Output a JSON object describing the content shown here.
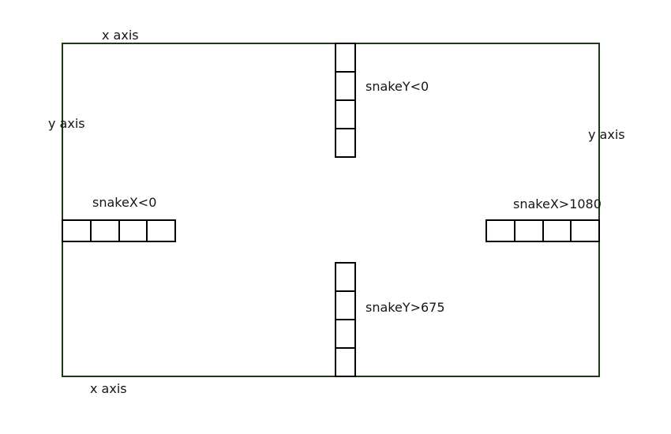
{
  "colors": {
    "background": "#ffffff",
    "board_border": "#1e3a12",
    "segment_border": "#000000",
    "text": "#151515"
  },
  "board": {
    "axis_label_top": "x axis",
    "axis_label_bottom": "x axis",
    "axis_label_left": "y axis",
    "axis_label_right": "y axis"
  },
  "snakes": {
    "top": {
      "label": "snakeY<0",
      "orientation": "vertical",
      "segments": 4
    },
    "left": {
      "label": "snakeX<0",
      "orientation": "horizontal",
      "segments": 4
    },
    "right": {
      "label": "snakeX>1080",
      "orientation": "horizontal",
      "segments": 4
    },
    "bottom": {
      "label": "snakeY>675",
      "orientation": "vertical",
      "segments": 4
    }
  }
}
